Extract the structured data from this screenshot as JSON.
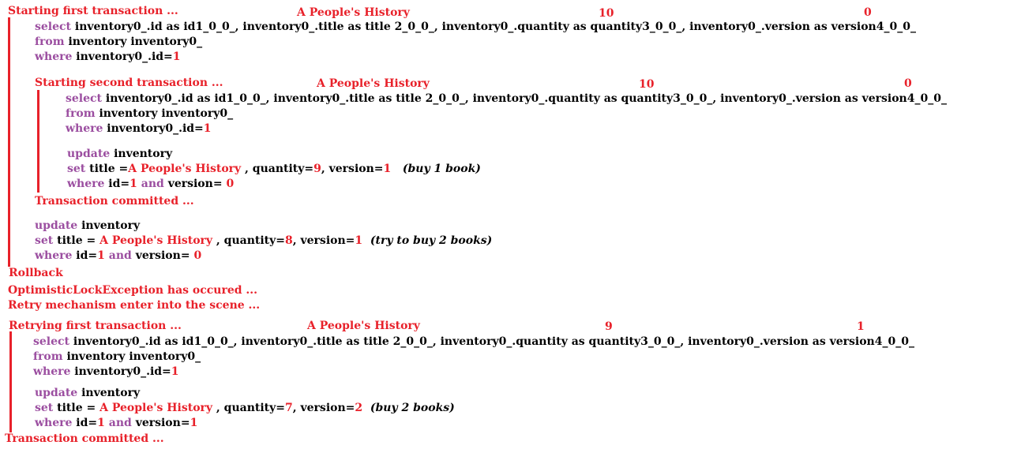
{
  "colors": {
    "red": "#e8212a",
    "purple": "#9b4ea0",
    "text": "#000000",
    "bar": "#e8212a"
  },
  "kw": {
    "select": "select",
    "from": "from",
    "where": "where",
    "update": "update",
    "set": "set",
    "and": "and"
  },
  "sql": {
    "select_cols": "inventory0_.id as id1_0_0_, inventory0_.title  as title  2_0_0_, inventory0_.quantity as quantity3_0_0_, inventory0_.version as version4_0_0_",
    "from_clause": "inventory inventory0_",
    "where_cond": "inventory0_.id=",
    "update_table": "inventory",
    "set_title": "title  =",
    "set_title_b": "title  = ",
    "set_title_c": "title  =",
    "quantity_label": ", quantity=",
    "version_label": ", version=",
    "where_id": "id=",
    "where_version": "version=",
    "id_value": "1"
  },
  "first": {
    "heading": "Starting first transaction ...",
    "book": "A People's History",
    "quantity": "10",
    "version": "0"
  },
  "second": {
    "heading": "Starting second transaction ...",
    "book": "A People's History",
    "quantity": "10",
    "version": "0",
    "update_quantity": "9",
    "update_version": "1",
    "where_version": "0",
    "note": "(buy 1 book)",
    "committed": "Transaction committed ..."
  },
  "first_update": {
    "book": "A People's History",
    "quantity": "8",
    "version": "1",
    "where_version": "0",
    "note": "(try to buy 2 books)"
  },
  "messages": {
    "rollback": "Rollback",
    "exception": "OptimisticLockException has occured ...",
    "retry": "Retry mechanism enter into the scene ..."
  },
  "retry": {
    "heading": "Retrying first transaction ...",
    "book": "A People's History",
    "quantity": "9",
    "version": "1",
    "update_quantity": "7",
    "update_version": "2",
    "where_version": "1",
    "note": "(buy 2 books)",
    "committed": "Transaction committed ..."
  }
}
